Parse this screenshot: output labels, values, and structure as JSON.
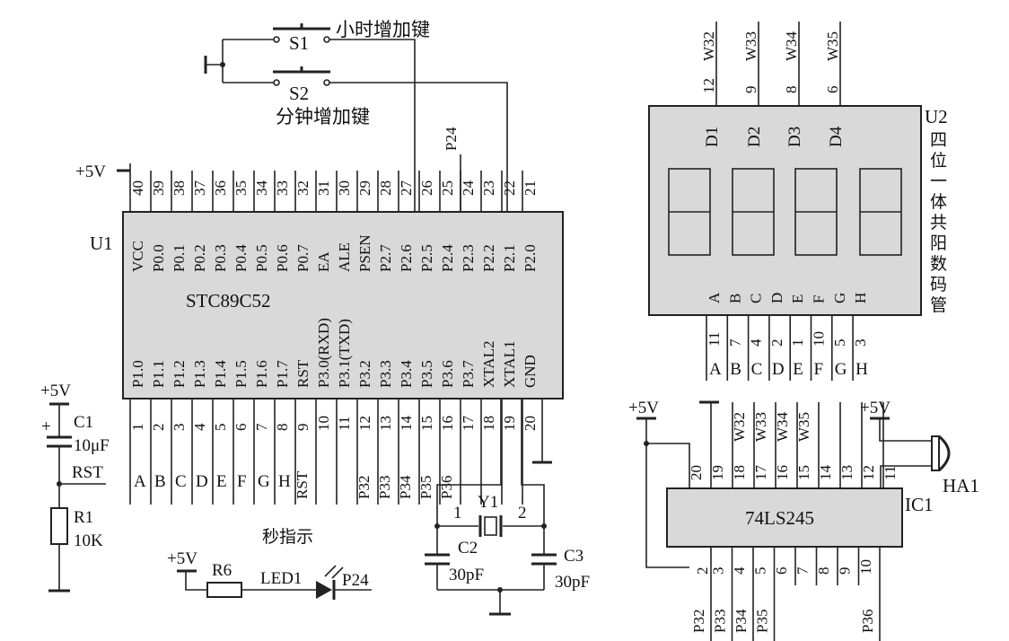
{
  "u1": {
    "ref": "U1",
    "part": "STC89C52",
    "top_pins": [
      {
        "num": "40",
        "name": "VCC"
      },
      {
        "num": "39",
        "name": "P0.0"
      },
      {
        "num": "38",
        "name": "P0.1"
      },
      {
        "num": "37",
        "name": "P0.2"
      },
      {
        "num": "36",
        "name": "P0.3"
      },
      {
        "num": "35",
        "name": "P0.4"
      },
      {
        "num": "34",
        "name": "P0.5"
      },
      {
        "num": "33",
        "name": "P0.6"
      },
      {
        "num": "32",
        "name": "P0.7"
      },
      {
        "num": "31",
        "name": "EA"
      },
      {
        "num": "30",
        "name": "ALE"
      },
      {
        "num": "29",
        "name": "PSEN"
      },
      {
        "num": "28",
        "name": "P2.7"
      },
      {
        "num": "27",
        "name": "P2.6"
      },
      {
        "num": "26",
        "name": "P2.5"
      },
      {
        "num": "25",
        "name": "P2.4"
      },
      {
        "num": "24",
        "name": "P2.3"
      },
      {
        "num": "23",
        "name": "P2.2"
      },
      {
        "num": "22",
        "name": "P2.1"
      },
      {
        "num": "21",
        "name": "P2.0"
      }
    ],
    "bottom_pins": [
      {
        "num": "1",
        "name": "P1.0"
      },
      {
        "num": "2",
        "name": "P1.1"
      },
      {
        "num": "3",
        "name": "P1.2"
      },
      {
        "num": "4",
        "name": "P1.3"
      },
      {
        "num": "5",
        "name": "P1.4"
      },
      {
        "num": "6",
        "name": "P1.5"
      },
      {
        "num": "7",
        "name": "P1.6"
      },
      {
        "num": "8",
        "name": "P1.7"
      },
      {
        "num": "9",
        "name": "RST"
      },
      {
        "num": "10",
        "name": "P3.0(RXD)"
      },
      {
        "num": "11",
        "name": "P3.1(TXD)"
      },
      {
        "num": "12",
        "name": "P3.2"
      },
      {
        "num": "13",
        "name": "P3.3"
      },
      {
        "num": "14",
        "name": "P3.4"
      },
      {
        "num": "15",
        "name": "P3.5"
      },
      {
        "num": "16",
        "name": "P3.6"
      },
      {
        "num": "17",
        "name": "P3.7"
      },
      {
        "num": "18",
        "name": "XTAL2"
      },
      {
        "num": "19",
        "name": "XTAL1"
      },
      {
        "num": "20",
        "name": "GND"
      }
    ],
    "bottom_nets": [
      "A",
      "B",
      "C",
      "D",
      "E",
      "F",
      "G",
      "H",
      "RST",
      "",
      "",
      "P32",
      "P33",
      "P34",
      "P35",
      "P36"
    ],
    "power": "+5V",
    "p24_label": "P24"
  },
  "switches": {
    "s1": "S1",
    "s1_desc": "小时增加键",
    "s2": "S2",
    "s2_desc": "分钟增加键"
  },
  "reset": {
    "power": "+5V",
    "c1_ref": "C1",
    "c1_val": "10μF",
    "plus": "+",
    "net": "RST",
    "r1_ref": "R1",
    "r1_val": "10K"
  },
  "led": {
    "title": "秒指示",
    "power": "+5V",
    "r6_ref": "R6",
    "led_ref": "LED1",
    "net": "P24"
  },
  "crystal": {
    "y1_ref": "Y1",
    "pin1": "1",
    "pin2": "2",
    "c2_ref": "C2",
    "c2_val": "30pF",
    "c3_ref": "C3",
    "c3_val": "30pF"
  },
  "u2": {
    "ref": "U2",
    "desc": "四位一体共阳数码管",
    "top_pins": [
      {
        "num": "12",
        "net": "W32",
        "digit": "D1"
      },
      {
        "num": "9",
        "net": "W33",
        "digit": "D2"
      },
      {
        "num": "8",
        "net": "W34",
        "digit": "D3"
      },
      {
        "num": "6",
        "net": "W35",
        "digit": "D4"
      }
    ],
    "seg_pins": [
      {
        "name": "A",
        "num": "11"
      },
      {
        "name": "B",
        "num": "7"
      },
      {
        "name": "C",
        "num": "4"
      },
      {
        "name": "D",
        "num": "2"
      },
      {
        "name": "E",
        "num": "1"
      },
      {
        "name": "F",
        "num": "10"
      },
      {
        "name": "G",
        "num": "5"
      },
      {
        "name": "H",
        "num": "3"
      }
    ]
  },
  "ic1": {
    "ref": "IC1",
    "part": "74LS245",
    "power_left": "+5V",
    "power_right": "+5V",
    "buzzer": "HA1",
    "top_pins": [
      {
        "num": "20",
        "net": ""
      },
      {
        "num": "19",
        "net": ""
      },
      {
        "num": "18",
        "net": "W32"
      },
      {
        "num": "17",
        "net": "W33"
      },
      {
        "num": "16",
        "net": "W34"
      },
      {
        "num": "15",
        "net": "W35"
      },
      {
        "num": "14",
        "net": ""
      },
      {
        "num": "13",
        "net": ""
      },
      {
        "num": "12",
        "net": ""
      },
      {
        "num": "11",
        "net": ""
      }
    ],
    "bottom_pins": [
      {
        "num": "2",
        "net": "P32"
      },
      {
        "num": "3",
        "net": "P33"
      },
      {
        "num": "4",
        "net": "P34"
      },
      {
        "num": "5",
        "net": "P35"
      },
      {
        "num": "6",
        "net": ""
      },
      {
        "num": "7",
        "net": ""
      },
      {
        "num": "8",
        "net": ""
      },
      {
        "num": "9",
        "net": ""
      },
      {
        "num": "10",
        "net": "P36"
      }
    ]
  }
}
